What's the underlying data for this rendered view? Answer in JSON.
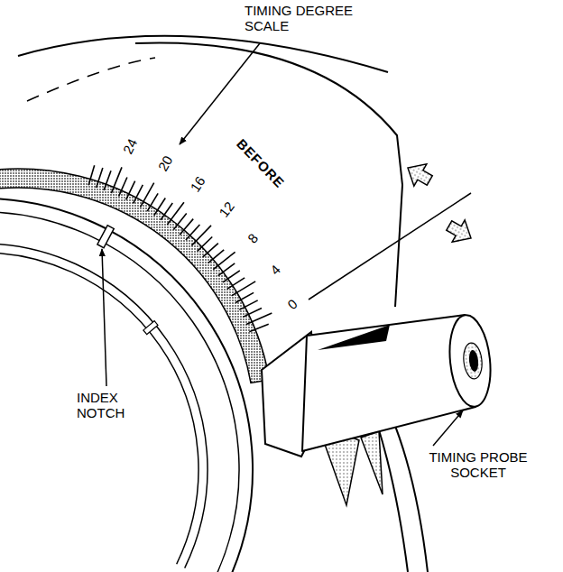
{
  "diagram": {
    "labels": [
      "TIMING DEGREE SCALE",
      "BEFORE",
      "24",
      "20",
      "16",
      "12",
      "8",
      "4",
      "0",
      "INDEX NOTCH",
      "TIMING PROBE SOCKET"
    ]
  }
}
